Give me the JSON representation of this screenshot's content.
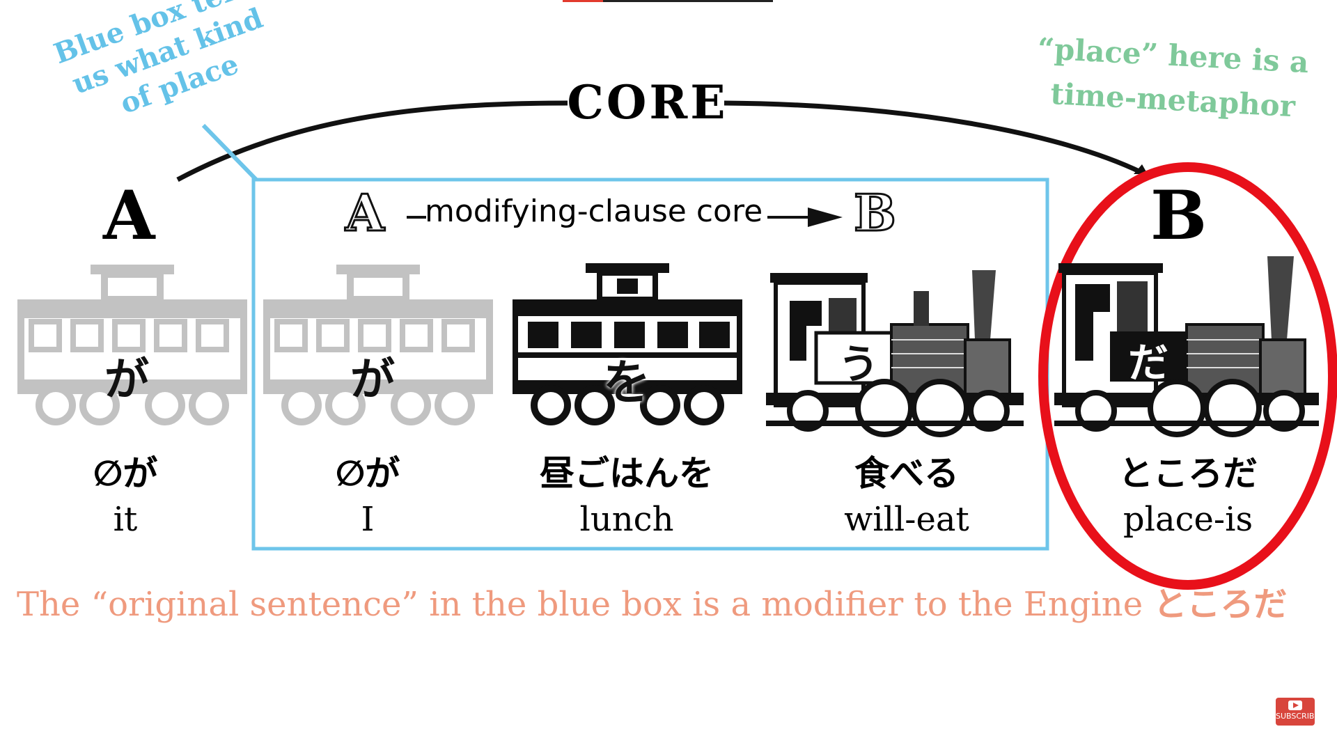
{
  "core_label": "CORE",
  "letter_a": "A",
  "letter_b": "B",
  "clause": {
    "a": "A",
    "text": "modifying-clause core",
    "b": "B"
  },
  "annotation_blue": "Blue box tells us what kind of place",
  "annotation_green_line1": "“place” here is a",
  "annotation_green_line2": "time-metaphor",
  "cars": [
    {
      "kana": "が",
      "jp": "∅が",
      "en": "it"
    },
    {
      "kana": "が",
      "jp": "∅が",
      "en": "I"
    },
    {
      "kana": "を",
      "jp": "昼ごはんを",
      "en": "lunch"
    },
    {
      "kana": "う",
      "jp": "食べる",
      "en": "will-eat"
    },
    {
      "kana": "だ",
      "jp": "ところだ",
      "en": "place-is"
    }
  ],
  "bottom_note": "The “original sentence” in the blue box is a modifier to the Engine ",
  "bottom_note_jp": "ところだ",
  "subscribe_label": "SUBSCRIBE",
  "colors": {
    "blue_box": "#6ec5ea",
    "red_circle": "#e8101a",
    "gray_car": "#c2c2c2",
    "note": "#ef9a7e",
    "green": "#7fc99a"
  }
}
